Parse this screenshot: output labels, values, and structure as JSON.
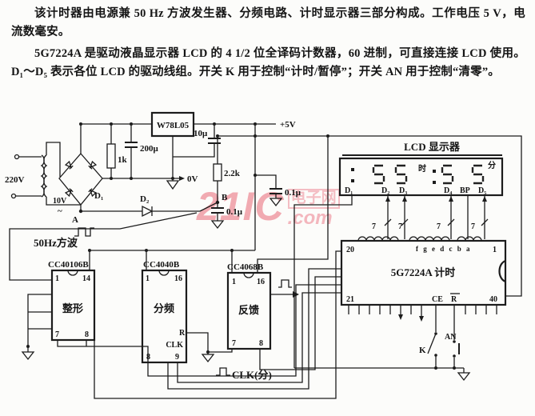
{
  "desc": {
    "p1": "该计时器由电源兼 50 Hz 方波发生器、分频电路、计时显示器三部分构成。工作电压 5 V，电流数毫安。",
    "p2": "5G7224A 是驱动液晶显示器 LCD 的 4 1/2 位全译码计数器，60 进制，可直接连接 LCD 使用。D₁～D₅ 表示各位 LCD 的驱动线组。开关 K 用于控制“计时/暂停”；开关 AN 用于控制“清零”。"
  },
  "watermark": {
    "brand": "21IC",
    "cn": "电子网",
    "com": ".com",
    "color": "#ef96a0"
  },
  "power": {
    "mains": "220V",
    "secondary": "10V",
    "ac": "~",
    "bridge": "D₁",
    "d2": "D₂",
    "r1": "1k",
    "r2": "2.2k",
    "c1": "200μ",
    "c2": "10μ",
    "c3": "0.1μ",
    "c4": "0.1μ",
    "reg": "W78L05",
    "rail5": "+5V",
    "rail0": "0V"
  },
  "nodes": {
    "a": "A",
    "b": "B"
  },
  "signal": {
    "sq": "50Hz方波",
    "clkmin": "CLK(分)"
  },
  "chips": {
    "shaper": {
      "name": "CC40106B",
      "func": "整形",
      "p1": "1",
      "p14": "14",
      "p7": "7",
      "p8": "8"
    },
    "divider": {
      "name": "CC4040B",
      "func": "分频",
      "p1": "1",
      "p16": "16",
      "r": "R",
      "clk": "CLK",
      "p8": "8",
      "p9": "9"
    },
    "feedback": {
      "name": "CC4068B",
      "func": "反馈",
      "p1": "1",
      "p16": "16",
      "p7": "7",
      "p8": "8"
    },
    "timer": {
      "name": "5G7224A 计时",
      "segs": "f g e d c b a",
      "p20": "20",
      "p21": "21",
      "p1": "1",
      "p40": "40",
      "ce": "CE",
      "r": "R"
    }
  },
  "lcd": {
    "title": "LCD 显示器",
    "hour": "时",
    "min": "分",
    "digits": [
      "5",
      "5",
      "5",
      "5"
    ],
    "d": [
      "D₁",
      "D₂",
      "D₃",
      "D₄",
      "BP",
      "D₅"
    ],
    "bundle": "7"
  },
  "switches": {
    "k": "K",
    "an": "AN"
  }
}
